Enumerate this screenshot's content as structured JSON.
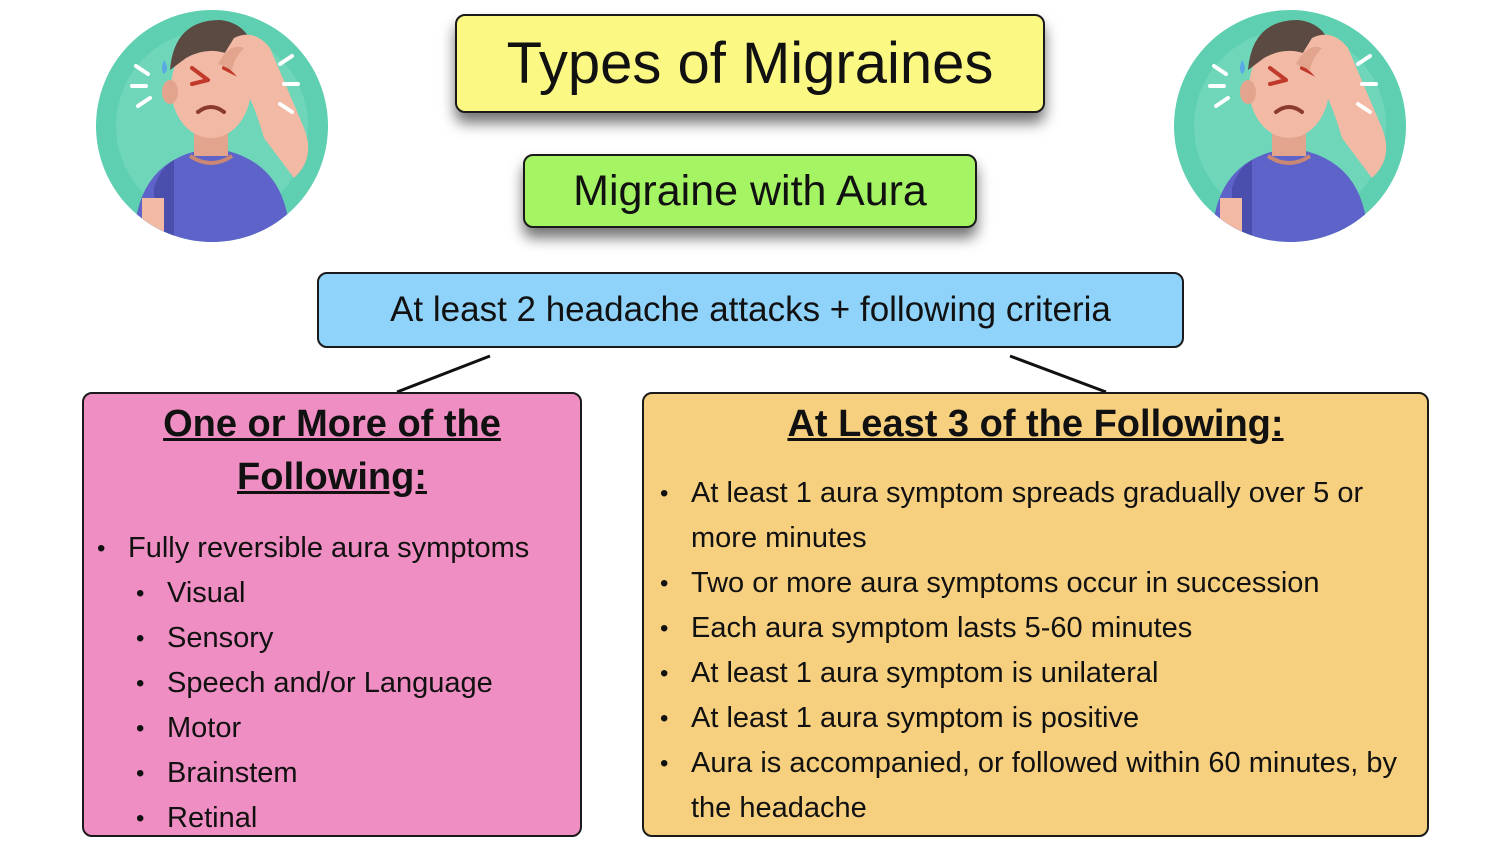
{
  "title": "Types of Migraines",
  "subtitle": "Migraine with Aura",
  "criteria": "At least 2 headache attacks + following criteria",
  "left_panel": {
    "heading": "One or More of the Following:",
    "items": [
      {
        "text": "Fully reversible aura symptoms",
        "level": 1
      },
      {
        "text": "Visual",
        "level": 2
      },
      {
        "text": "Sensory",
        "level": 2
      },
      {
        "text": "Speech and/or Language",
        "level": 2
      },
      {
        "text": "Motor",
        "level": 2
      },
      {
        "text": "Brainstem",
        "level": 2
      },
      {
        "text": "Retinal",
        "level": 2
      }
    ]
  },
  "right_panel": {
    "heading": "At Least 3 of the Following:",
    "items": [
      "At least 1 aura symptom spreads gradually over 5 or more minutes",
      "Two or more aura symptoms occur in succession",
      "Each aura symptom lasts 5-60 minutes",
      "At least 1 aura symptom is unilateral",
      "At least 1 aura symptom is positive",
      "Aura is accompanied, or followed within 60 minutes, by the headache"
    ]
  },
  "illustrations": [
    "headache-person-icon",
    "headache-person-icon"
  ],
  "colors": {
    "title_bg": "#fbf884",
    "subtitle_bg": "#a5f464",
    "criteria_bg": "#8fd3fa",
    "left_panel_bg": "#ef8ec2",
    "right_panel_bg": "#f7d07f",
    "avatar_circle": "#5ecfb0"
  }
}
